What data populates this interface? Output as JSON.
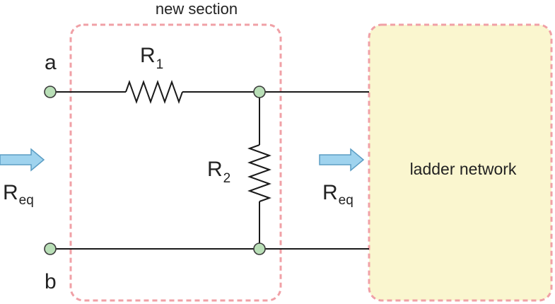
{
  "section": {
    "title": "new section"
  },
  "terminals": {
    "top": "a",
    "bottom": "b"
  },
  "components": {
    "r1": {
      "symbol": "R",
      "subscript": "1"
    },
    "r2": {
      "symbol": "R",
      "subscript": "2"
    }
  },
  "left_label": {
    "symbol": "R",
    "subscript": "eq"
  },
  "right_label": {
    "symbol": "R",
    "subscript": "eq"
  },
  "network_box": {
    "label": "ladder network"
  },
  "colors": {
    "section_border": "#f0a0a6",
    "network_fill": "#faf6cf",
    "network_border": "#f0a0a6",
    "arrow_fill": "#9fd3ee",
    "arrow_stroke": "#5b9dc4",
    "node_fill": "#b9dfb7"
  }
}
